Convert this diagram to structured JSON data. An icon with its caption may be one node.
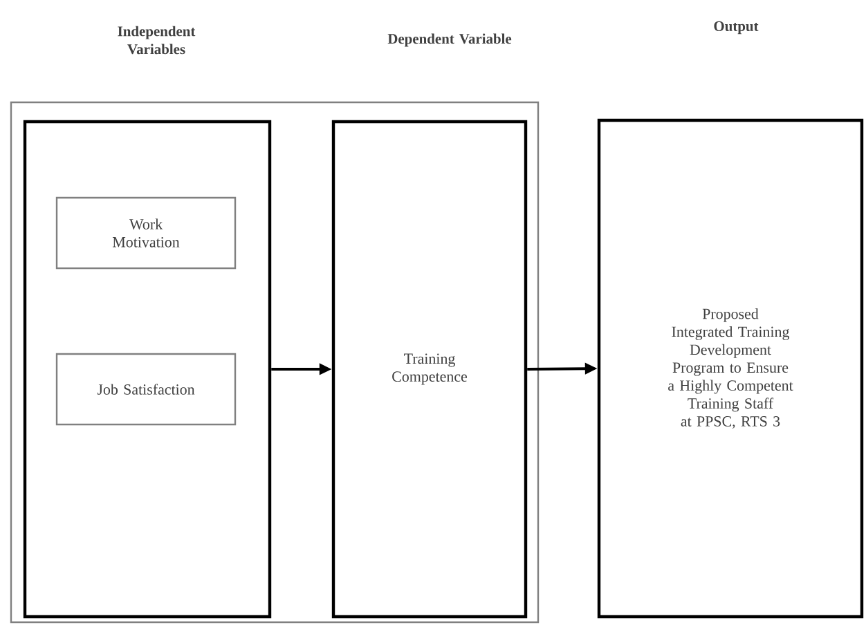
{
  "diagram": {
    "nodes": [
      {
        "text": [],
        "shape": "box"
      },
      {
        "text": [],
        "shape": "box",
        "in": 0
      },
      {
        "text": [
          "Work Motivation"
        ],
        "in": 1
      },
      {
        "text": [
          "Job Satisfaction"
        ],
        "in": 1
      },
      {
        "text": [
          "Training Competence"
        ],
        "in": 0
      },
      {
        "text": [
          "Proposed Integrated Training Development Program to Ensure a Highly Competent Training Staff at PPSC, RTS 3"
        ]
      }
    ],
    "edges": [
      {
        "from": 1,
        "to": 4,
        "arrow": "to"
      },
      {
        "from": 4,
        "to": 5,
        "arrow": "to"
      }
    ],
    "labels": [
      "Independent Variables",
      "Dependent Variable",
      "Output"
    ]
  }
}
